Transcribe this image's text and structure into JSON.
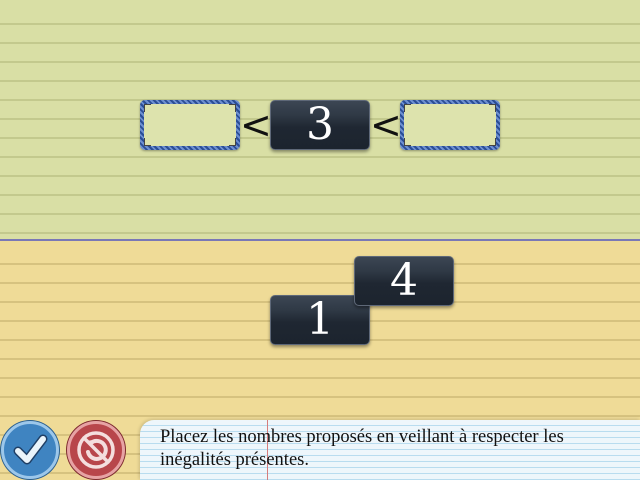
{
  "exercise": {
    "symbols": [
      "<",
      "<"
    ],
    "fixed_number": "3",
    "proposed_numbers": [
      "1",
      "4"
    ],
    "instruction": "Placez les nombres proposés en veillant à respecter les inégalités présentes."
  },
  "controls": {
    "validate_icon": "checkmark-icon",
    "reset_icon": "reset-icon"
  },
  "colors": {
    "top_background": "#d9dfa5",
    "bottom_background": "#efdb97",
    "divider": "#7a78b6",
    "slot_border": "#2b4e96",
    "tile": "#1f2732",
    "validate_button": "#3f84c1",
    "reset_button": "#b8464b"
  }
}
